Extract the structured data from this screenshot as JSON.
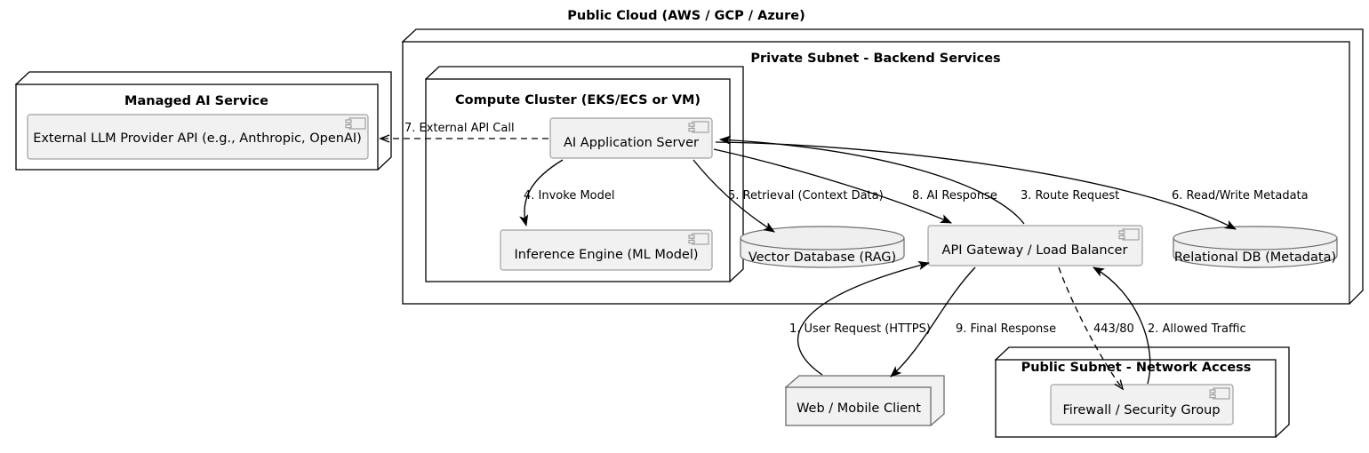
{
  "diagram": {
    "title": "Public Cloud (AWS / GCP / Azure)",
    "type": "uml-deployment-diagram"
  },
  "nodes": {
    "managed_ai_service": {
      "title": "Managed AI Service",
      "component": "External LLM Provider API (e.g., Anthropic, OpenAI)",
      "shape": "node-3d"
    },
    "private_subnet": {
      "title": "Private Subnet - Backend Services",
      "shape": "node-3d"
    },
    "compute_cluster": {
      "title": "Compute Cluster (EKS/ECS or VM)",
      "shape": "node-3d"
    },
    "public_subnet": {
      "title": "Public Subnet - Network Access",
      "shape": "node-3d"
    }
  },
  "components": {
    "ai_application_server": {
      "label": "AI Application Server",
      "shape": "component"
    },
    "inference_engine": {
      "label": "Inference Engine (ML Model)",
      "shape": "component"
    },
    "vector_database": {
      "label": "Vector Database (RAG)",
      "shape": "database"
    },
    "api_gateway": {
      "label": "API Gateway / Load Balancer",
      "shape": "component"
    },
    "relational_db": {
      "label": "Relational DB (Metadata)",
      "shape": "database"
    },
    "firewall": {
      "label": "Firewall / Security Group",
      "shape": "component"
    },
    "web_mobile_client": {
      "label": "Web / Mobile Client",
      "shape": "node-3d"
    }
  },
  "edges": [
    {
      "id": 1,
      "label": "1. User Request (HTTPS)",
      "from": "web_mobile_client",
      "to": "api_gateway",
      "style": "solid"
    },
    {
      "id": 2,
      "label": "2. Allowed Traffic",
      "from": "firewall",
      "to": "api_gateway",
      "style": "solid"
    },
    {
      "id": 3,
      "label": "3. Route Request",
      "from": "api_gateway",
      "to": "ai_application_server",
      "style": "solid"
    },
    {
      "id": 4,
      "label": "4. Invoke Model",
      "from": "ai_application_server",
      "to": "inference_engine",
      "style": "solid"
    },
    {
      "id": 5,
      "label": "5. Retrieval (Context Data)",
      "from": "ai_application_server",
      "to": "vector_database",
      "style": "solid"
    },
    {
      "id": 6,
      "label": "6. Read/Write Metadata",
      "from": "ai_application_server",
      "to": "relational_db",
      "style": "solid"
    },
    {
      "id": 7,
      "label": "7. External API Call",
      "from": "ai_application_server",
      "to": "external_llm_provider_api",
      "style": "dashed"
    },
    {
      "id": 8,
      "label": "8. AI Response",
      "from": "ai_application_server",
      "to": "api_gateway",
      "style": "solid"
    },
    {
      "id": 9,
      "label": "9. Final Response",
      "from": "api_gateway",
      "to": "web_mobile_client",
      "style": "solid"
    },
    {
      "id": 10,
      "label": "443/80",
      "from": "api_gateway",
      "to": "firewall",
      "style": "dashed"
    }
  ],
  "colors": {
    "background": "#ffffff",
    "node_fill": "#ffffff",
    "component_fill": "#f1f1f1",
    "component_stroke": "#a0a0a0",
    "line": "#000000",
    "text": "#000000"
  }
}
